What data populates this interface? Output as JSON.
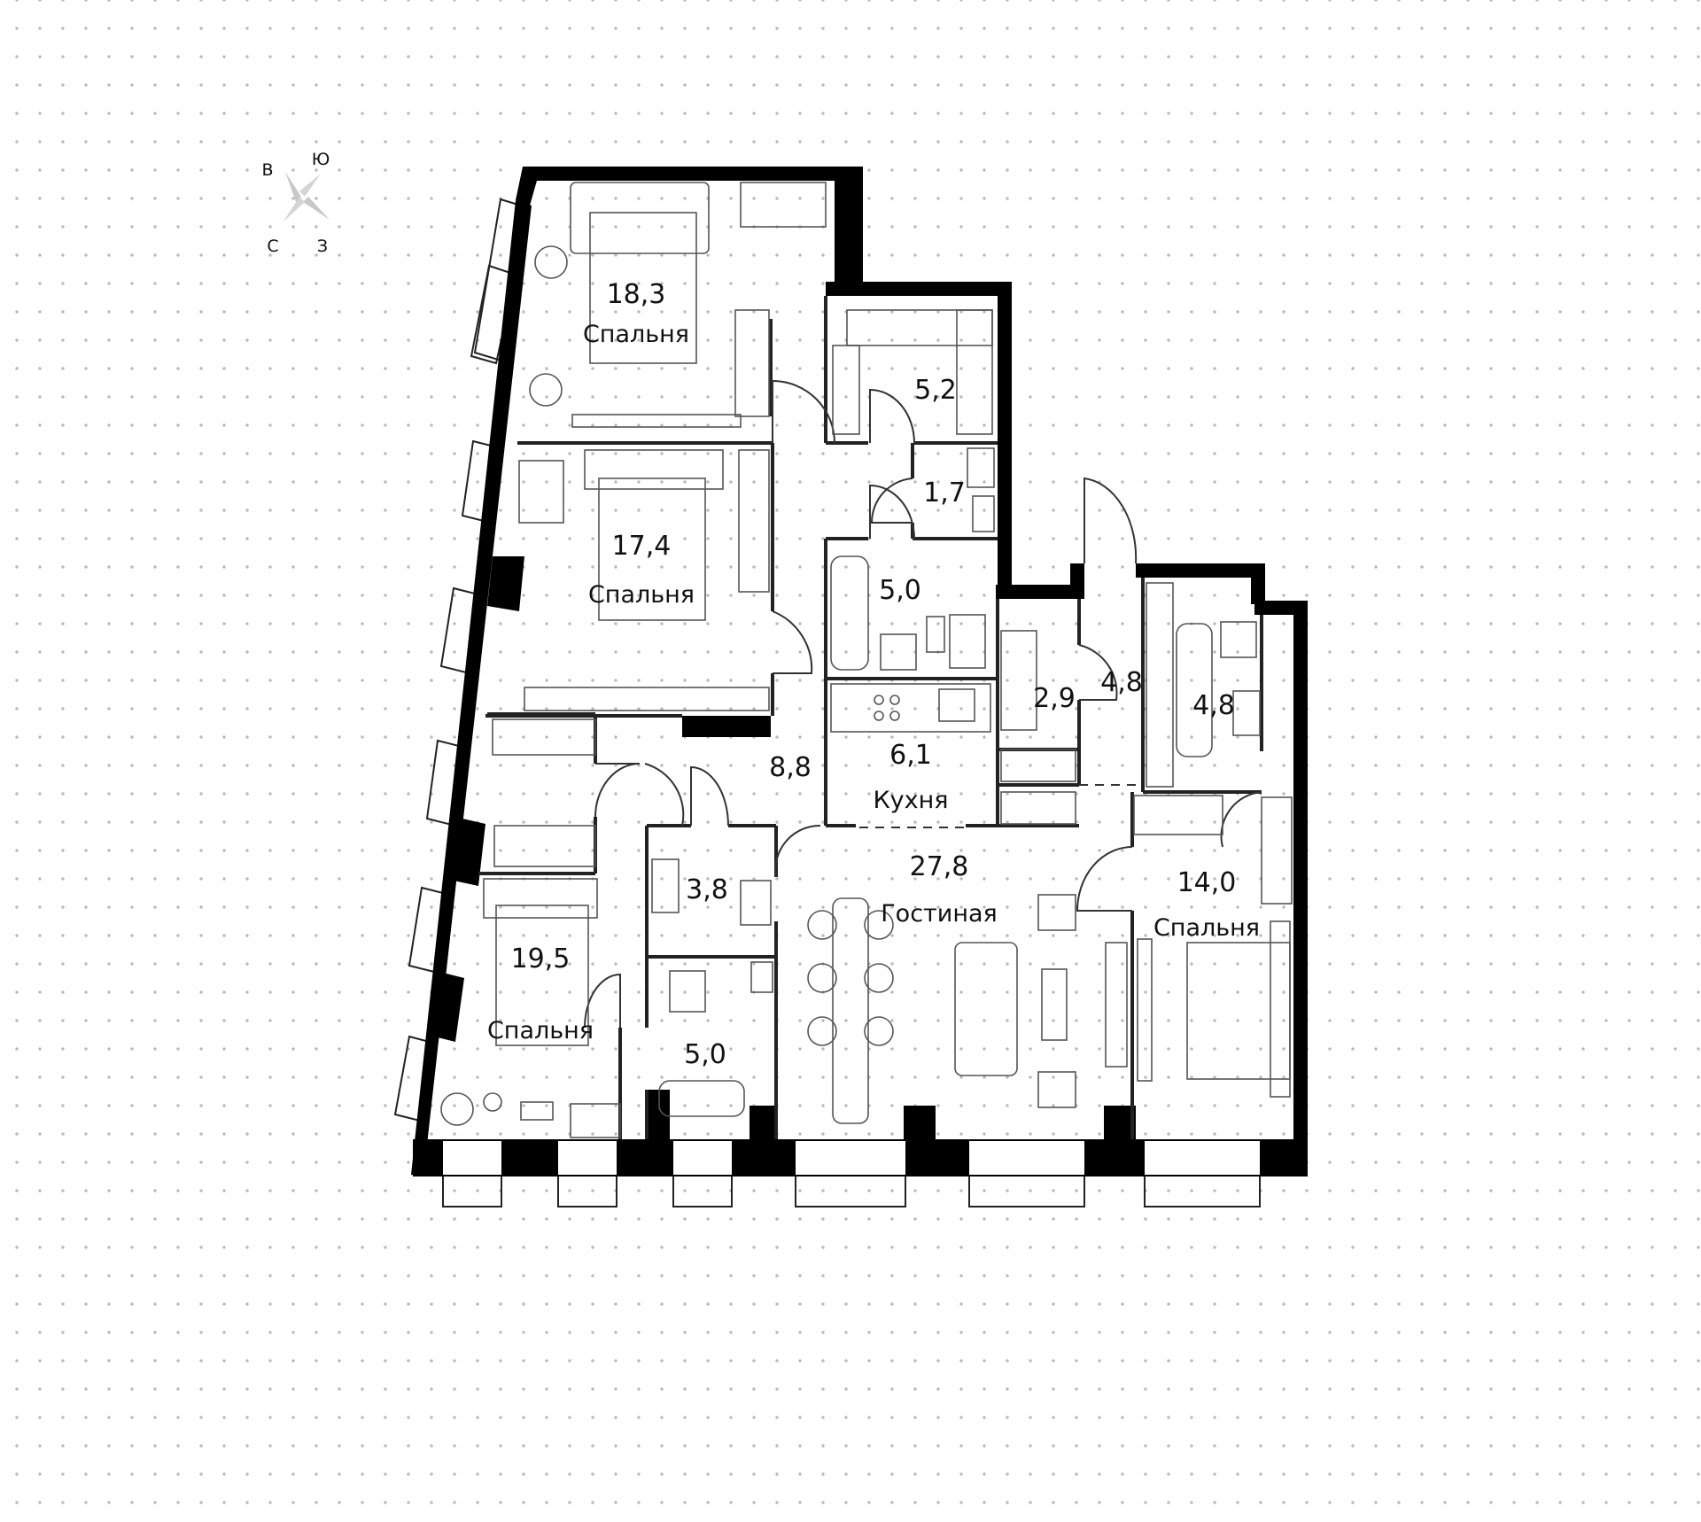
{
  "compass": {
    "north": "С",
    "south": "Ю",
    "east": "В",
    "west": "З"
  },
  "rooms": [
    {
      "id": "bedroom-1",
      "area": "18,3",
      "name": "Спальня"
    },
    {
      "id": "bedroom-2",
      "area": "17,4",
      "name": "Спальня"
    },
    {
      "id": "bedroom-3",
      "area": "19,5",
      "name": "Спальня"
    },
    {
      "id": "bedroom-4",
      "area": "14,0",
      "name": "Спальня"
    },
    {
      "id": "living-room",
      "area": "27,8",
      "name": "Гостиная"
    },
    {
      "id": "kitchen",
      "area": "6,1",
      "name": "Кухня"
    },
    {
      "id": "hall",
      "area": "8,8",
      "name": ""
    },
    {
      "id": "wardrobe-1",
      "area": "5,2",
      "name": ""
    },
    {
      "id": "wc-1",
      "area": "1,7",
      "name": ""
    },
    {
      "id": "bath-1",
      "area": "5,0",
      "name": ""
    },
    {
      "id": "wardrobe-2",
      "area": "2,9",
      "name": ""
    },
    {
      "id": "corridor",
      "area": "4,8",
      "name": ""
    },
    {
      "id": "bath-2",
      "area": "4,8",
      "name": ""
    },
    {
      "id": "wc-2",
      "area": "3,8",
      "name": ""
    },
    {
      "id": "bath-3",
      "area": "5,0",
      "name": ""
    }
  ]
}
